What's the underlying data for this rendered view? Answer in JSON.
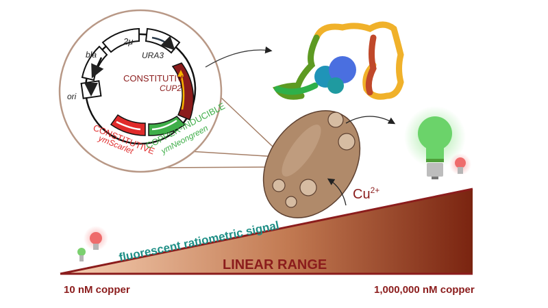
{
  "plasmid": {
    "labels": {
      "two_micron": "2μ",
      "ura3": "URA3",
      "bla": "bla",
      "ori": "ori",
      "cup2_promoter": "CONSTITUTIVE",
      "cup2_gene": "CUP2",
      "scarlet_promoter": "CONSTITUTIVE",
      "scarlet_gene": "ymScarlet",
      "neongreen_promoter": "COPPER-INDUCIBLE",
      "neongreen_gene": "ymNeongreen"
    }
  },
  "ion_label": "Cu",
  "ion_charge": "2+",
  "signal_label": "fluorescent ratiometric signal",
  "range_label": "LINEAR RANGE",
  "low_label": "10 nM copper",
  "high_label": "1,000,000 nM copper",
  "colors": {
    "maroon": "#8b1c1c",
    "red": "#e02b2b",
    "green": "#3fae49",
    "teal": "#1f8f86",
    "cell": "#b08a6a",
    "ramp_start": "#f3c6a6",
    "ramp_end": "#7a2410"
  }
}
